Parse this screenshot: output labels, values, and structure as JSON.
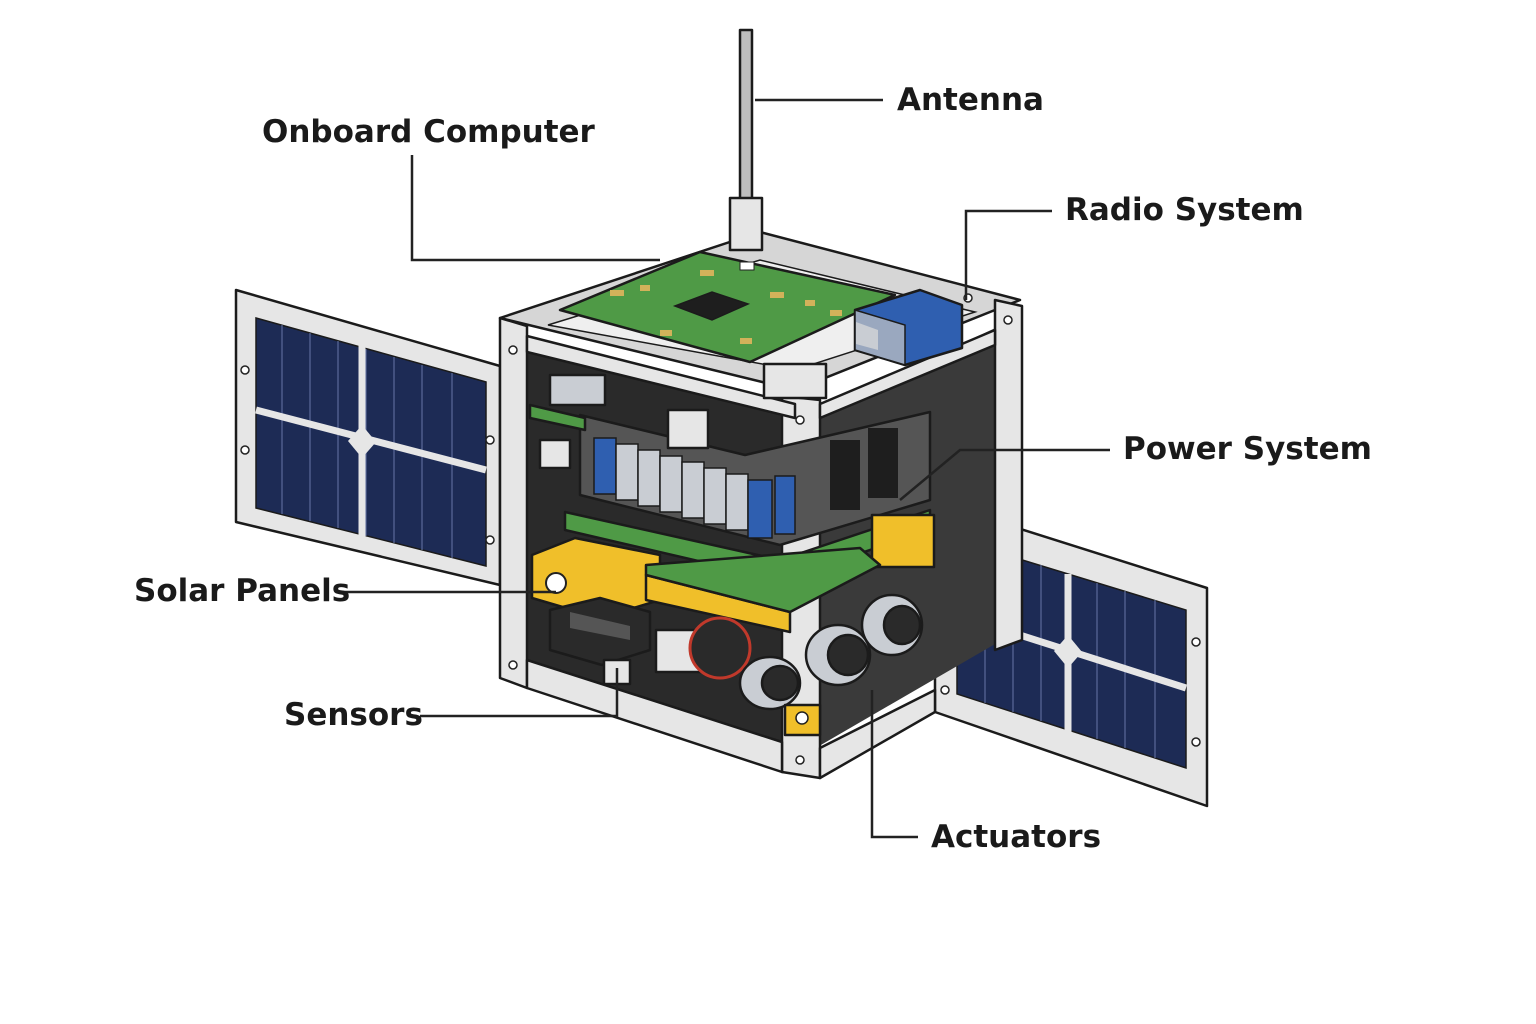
{
  "labels": {
    "antenna": "Antenna",
    "onboard_computer": "Onboard Computer",
    "radio_system": "Radio System",
    "power_system": "Power System",
    "solar_panels": "Solar Panels",
    "sensors": "Sensors",
    "actuators": "Actuators"
  },
  "colors": {
    "frame": "#e6e6e6",
    "pcb": "#4f9a46",
    "solar_cell": "#1d2b55",
    "battery": "#c9cdd3",
    "battery_cap": "#2f5fb0",
    "yellow_module": "#f0bf2a",
    "dark": "#2a2a2a"
  }
}
